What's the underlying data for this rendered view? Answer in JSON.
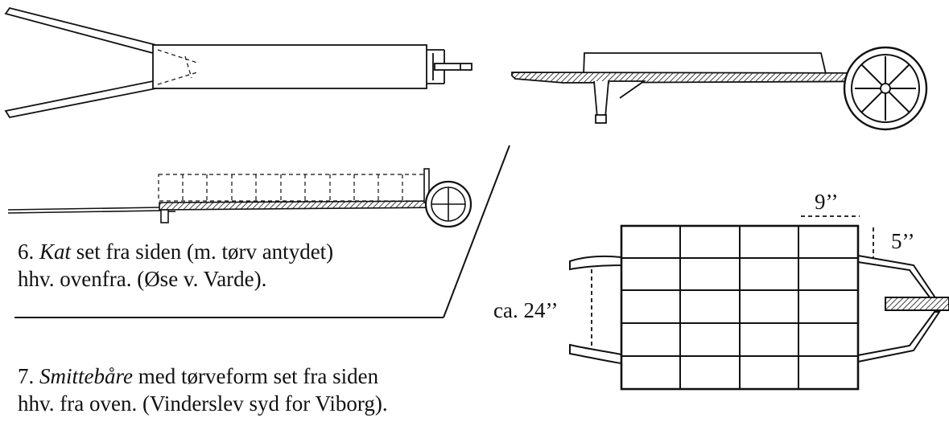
{
  "caption_6": {
    "number": "6.",
    "name": "Kat",
    "line1_rest": "set fra siden (m. tørv antydet)",
    "line2": "hhv. ovenfra. (Øse v. Varde)."
  },
  "caption_7": {
    "number": "7.",
    "name": "Smittebåre",
    "line1_rest": "med tørveform set fra siden",
    "line2": "hhv. fra oven. (Vinderslev syd for Viborg)."
  },
  "dimensions": {
    "width_label": "9’’",
    "depth_label": "5’’",
    "length_label": "ca. 24’’"
  },
  "colors": {
    "ink": "#111111",
    "paper": "#ffffff"
  }
}
